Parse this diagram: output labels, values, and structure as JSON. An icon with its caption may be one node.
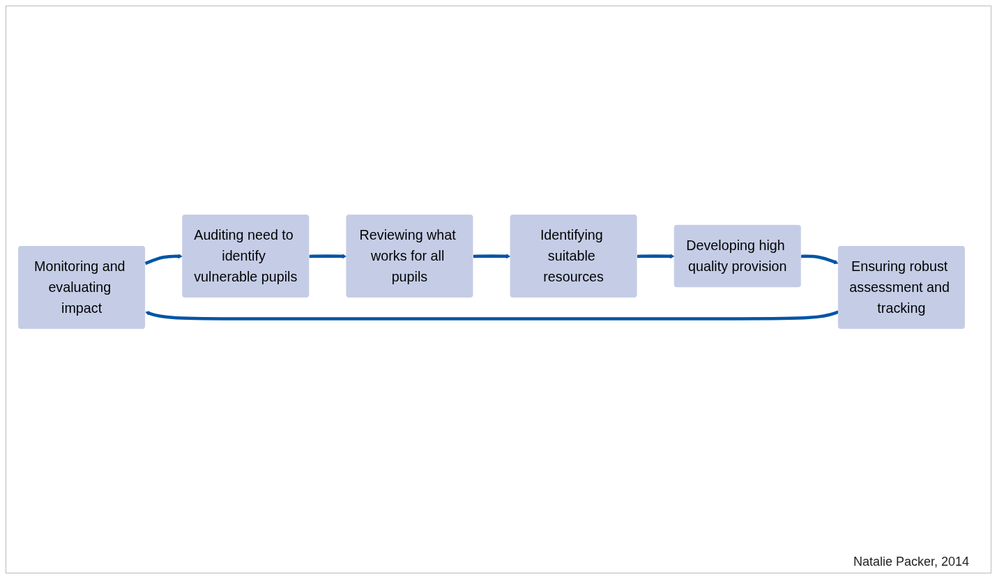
{
  "diagram": {
    "nodes": [
      {
        "text": [
          "Monitoring and evaluating impact"
        ]
      },
      {
        "text": [
          "Auditing need to identify vulnerable pupils"
        ]
      },
      {
        "text": [
          "Reviewing what works for all pupils"
        ]
      },
      {
        "text": [
          "Identifying suitable resources"
        ]
      },
      {
        "text": [
          "Developing high quality provision"
        ]
      },
      {
        "text": [
          "Ensuring robust assessment and tracking"
        ]
      }
    ],
    "edges": [
      {
        "from": 0,
        "to": 1,
        "arrow": "to"
      },
      {
        "from": 1,
        "to": 2,
        "arrow": "to"
      },
      {
        "from": 2,
        "to": 3,
        "arrow": "to"
      },
      {
        "from": 3,
        "to": 4,
        "arrow": "to"
      },
      {
        "from": 4,
        "to": 5,
        "arrow": "to"
      },
      {
        "from": 5,
        "to": 0,
        "arrow": "to"
      }
    ],
    "labels": [
      "Natalie Packer, 2014"
    ]
  }
}
